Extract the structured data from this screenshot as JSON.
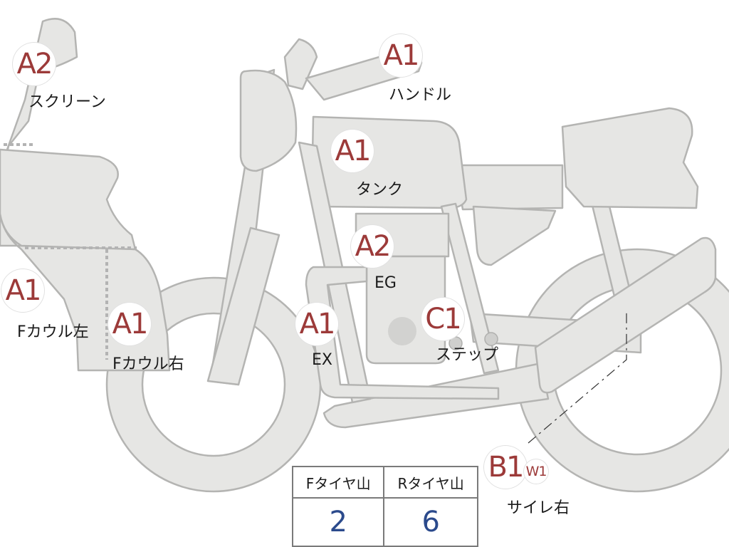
{
  "parts": [
    {
      "id": "screen",
      "grade": "A2",
      "label": "スクリーン"
    },
    {
      "id": "handle",
      "grade": "A1",
      "label": "ハンドル"
    },
    {
      "id": "tank",
      "grade": "A1",
      "label": "タンク"
    },
    {
      "id": "engine",
      "grade": "A2",
      "label": "EG"
    },
    {
      "id": "fcowl-left",
      "grade": "A1",
      "label": "Fカウル左"
    },
    {
      "id": "fcowl-right",
      "grade": "A1",
      "label": "Fカウル右"
    },
    {
      "id": "exhaust",
      "grade": "A1",
      "label": "EX"
    },
    {
      "id": "step",
      "grade": "C1",
      "label": "ステップ"
    },
    {
      "id": "silencer-right",
      "grade": "B1",
      "sub_grade": "W1",
      "label": "サイレ右"
    }
  ],
  "tread_table": {
    "headers": [
      "Fタイヤ山",
      "Rタイヤ山"
    ],
    "values": [
      "2",
      "6"
    ]
  },
  "colors": {
    "grade_text": "#9c3a39",
    "tread_value": "#2b4a8c",
    "body_fill": "#e6e6e4",
    "body_stroke": "#b4b4b2"
  }
}
